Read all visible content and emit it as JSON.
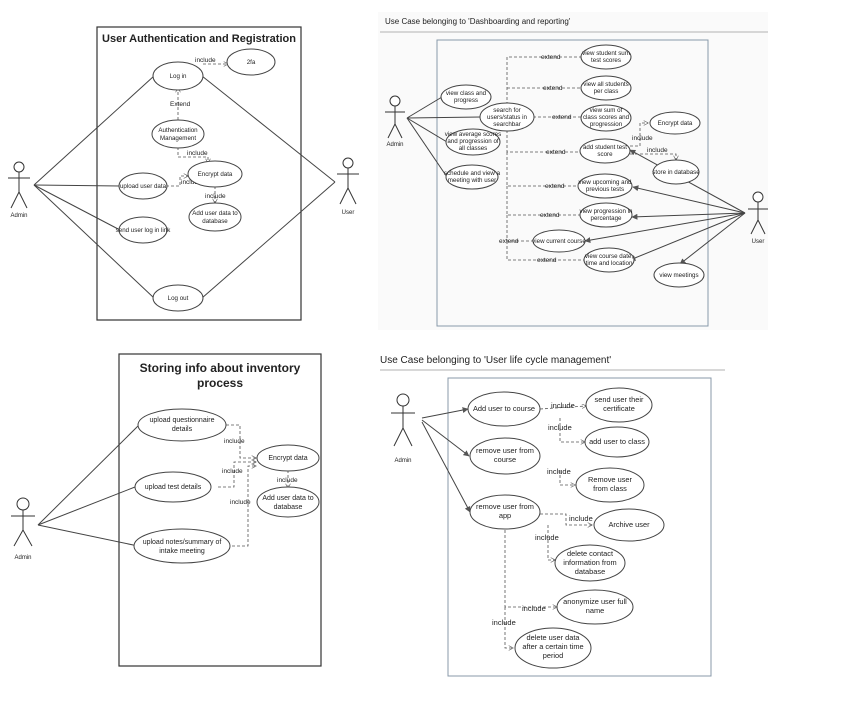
{
  "d1": {
    "title": "User Authentication and Registration",
    "actor_admin": "Admin",
    "actor_user": "User",
    "usecases": {
      "login": "Log in",
      "twofa": "2fa",
      "auth": [
        "Authentication",
        "Management"
      ],
      "upload": "upload user data",
      "encrypt": "Encrypt data",
      "adddb": [
        "Add user data to",
        "database"
      ],
      "sendlink": "send user log in link",
      "logout": "Log out"
    },
    "rel": {
      "include_top": "include",
      "extend": "Extend",
      "include_mid": "include",
      "include_low": "include",
      "include_side": "include"
    }
  },
  "d2": {
    "title": "Use Case belonging to 'Dashboarding and reporting'",
    "actor_admin": "Admin",
    "actor_user": "User",
    "usecases": {
      "viewclass": [
        "view class and",
        "progress"
      ],
      "search": [
        "search for",
        "users/status in",
        "searchbar"
      ],
      "avg": [
        "view average scores",
        "and progression of",
        "all classes"
      ],
      "schedule": [
        "schedule and view a",
        "meeting with user"
      ],
      "sumscores": [
        "view student sum",
        "test scores"
      ],
      "allstudents": [
        "view all students",
        "per class"
      ],
      "sumclass": [
        "view sum of",
        "class scores and",
        "progression"
      ],
      "addscore": [
        "add student test",
        "score"
      ],
      "encrypt": "Encrypt data",
      "store": "store in database",
      "upcoming": [
        "view upcoming and",
        "previous tests"
      ],
      "progression": [
        "view progression in",
        "percentage"
      ],
      "course": "view current course",
      "coursedate": [
        "view course date,",
        "time and location"
      ],
      "meetings": "view meetings"
    },
    "rel": {
      "extend": "extend",
      "include": "include"
    }
  },
  "d3": {
    "title": [
      "Storing info about inventory",
      "process"
    ],
    "actor_admin": "Admin",
    "usecases": {
      "questionnaire": [
        "upload questionnaire",
        "details"
      ],
      "test": "upload test details",
      "notes": [
        "upload notes/summary of",
        "intake meeting"
      ],
      "encrypt": "Encrypt data",
      "adddb": [
        "Add user data to",
        "database"
      ]
    },
    "rel": {
      "include": "include"
    }
  },
  "d4": {
    "title": "Use Case belonging to 'User life cycle management'",
    "actor_admin": "Admin",
    "usecases": {
      "addcourse": "Add user to course",
      "certificate": [
        "send user their",
        "certificate"
      ],
      "addclass": "add user to class",
      "removecourse": [
        "remove user from",
        "course"
      ],
      "removeclass": [
        "Remove user",
        "from class"
      ],
      "removeapp": [
        "remove user from",
        "app"
      ],
      "archive": "Archive user",
      "deletecontact": [
        "delete contact",
        "information from",
        "database"
      ],
      "anonymize": [
        "anonymize user full",
        "name"
      ],
      "deletedata": [
        "delete user data",
        "after a certain time",
        "period"
      ]
    },
    "rel": {
      "include": "include"
    }
  }
}
